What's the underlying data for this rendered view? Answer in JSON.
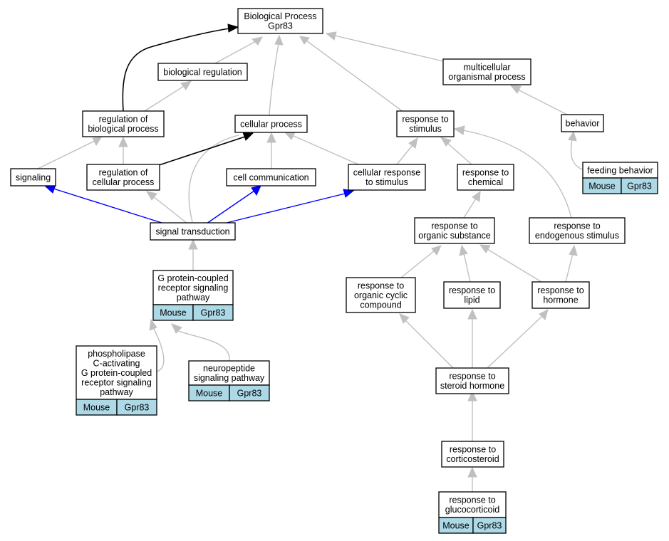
{
  "nodes": {
    "bp": [
      "Biological Process",
      "Gpr83"
    ],
    "bio_reg": [
      "biological regulation"
    ],
    "multi": [
      "multicellular",
      "organismal process"
    ],
    "reg_bio": [
      "regulation of",
      "biological process"
    ],
    "cell_proc": [
      "cellular process"
    ],
    "resp_stim": [
      "response to",
      "stimulus"
    ],
    "behavior": [
      "behavior"
    ],
    "feeding": [
      "feeding behavior"
    ],
    "signaling": [
      "signaling"
    ],
    "reg_cell": [
      "regulation of",
      "cellular process"
    ],
    "cell_comm": [
      "cell communication"
    ],
    "cell_resp": [
      "cellular response",
      "to stimulus"
    ],
    "resp_chem": [
      "response to",
      "chemical"
    ],
    "sig_trans": [
      "signal transduction"
    ],
    "resp_org": [
      "response to",
      "organic substance"
    ],
    "resp_endo": [
      "response to",
      "endogenous stimulus"
    ],
    "gpcr": [
      "G protein-coupled",
      "receptor signaling",
      "pathway"
    ],
    "resp_cyclic": [
      "response to",
      "organic cyclic",
      "compound"
    ],
    "resp_lipid": [
      "response to",
      "lipid"
    ],
    "resp_horm": [
      "response to",
      "hormone"
    ],
    "plc": [
      "phospholipase",
      "C-activating",
      "G protein-coupled",
      "receptor signaling",
      "pathway"
    ],
    "neuro": [
      "neuropeptide",
      "signaling pathway"
    ],
    "resp_steroid": [
      "response to",
      "steroid hormone"
    ],
    "resp_cortico": [
      "response to",
      "corticosteroid"
    ],
    "resp_gluco": [
      "response to",
      "glucocorticoid"
    ]
  },
  "annotations": {
    "feeding": [
      "Mouse",
      "Gpr83"
    ],
    "gpcr": [
      "Mouse",
      "Gpr83"
    ],
    "plc": [
      "Mouse",
      "Gpr83"
    ],
    "neuro": [
      "Mouse",
      "Gpr83"
    ],
    "resp_gluco": [
      "Mouse",
      "Gpr83"
    ]
  },
  "edge_colors": {
    "gray": "#c0c0c0",
    "black": "#000000",
    "blue": "#0000ff",
    "annotation_fill": "#add8e6"
  }
}
